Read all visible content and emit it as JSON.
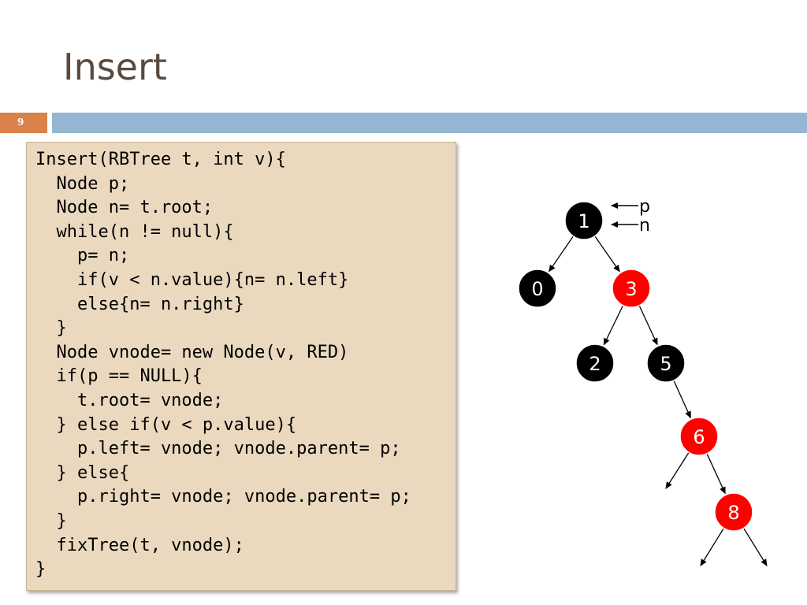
{
  "slide": {
    "title": "Insert",
    "page_number": "9"
  },
  "code": {
    "lines": [
      "Insert(RBTree t, int v){",
      "  Node p;",
      "  Node n= t.root;",
      "  while(n != null){",
      "    p= n;",
      "    if(v < n.value){n= n.left}",
      "    else{n= n.right}",
      "  }",
      "  Node vnode= new Node(v, RED)",
      "  if(p == NULL){",
      "    t.root= vnode;",
      "  } else if(v < p.value){",
      "    p.left= vnode; vnode.parent= p;",
      "  } else{",
      "    p.right= vnode; vnode.parent= p;",
      "  }",
      "  fixTree(t, vnode);",
      "}"
    ]
  },
  "tree": {
    "colors": {
      "black": "#000000",
      "red": "#ff0000",
      "edge": "#000000"
    },
    "nodes": [
      {
        "id": "n1",
        "label": "1",
        "color": "black"
      },
      {
        "id": "n0",
        "label": "0",
        "color": "black"
      },
      {
        "id": "n3",
        "label": "3",
        "color": "red"
      },
      {
        "id": "n2",
        "label": "2",
        "color": "black"
      },
      {
        "id": "n5",
        "label": "5",
        "color": "black"
      },
      {
        "id": "n6",
        "label": "6",
        "color": "red"
      },
      {
        "id": "n8",
        "label": "8",
        "color": "red"
      }
    ],
    "pointers": [
      {
        "label": "p",
        "target": "n1"
      },
      {
        "label": "n",
        "target": "n1"
      }
    ]
  }
}
